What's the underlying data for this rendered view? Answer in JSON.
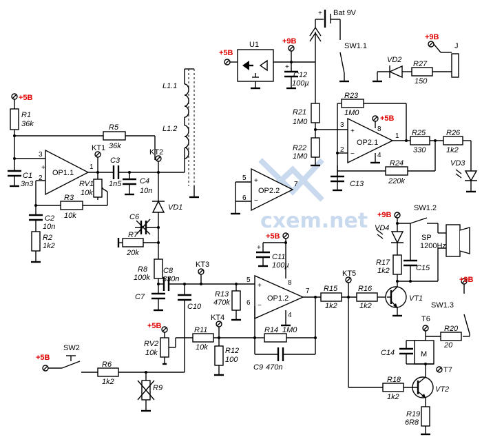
{
  "labels": {
    "bat": "Bat 9V",
    "sw11": "SW1.1",
    "sw12": "SW1.2",
    "sw13": "SW1.3",
    "sw2": "SW2",
    "u1": "U1",
    "j": "J",
    "vd1": "VD1",
    "vd2": "VD2",
    "vd3": "VD3",
    "vd4": "VD4",
    "vt1": "VT1",
    "vt2": "VT2",
    "l11": "L1.1",
    "l12": "L1.2",
    "op11": "OP1.1",
    "op12": "OP1.2",
    "op21": "OP2.1",
    "op22": "OP2.2",
    "sp": "SP",
    "sp_freq": "1200Hz",
    "motor": "M",
    "watermark": "cxem.net"
  },
  "power": {
    "p5": "+5В",
    "p9": "+9В"
  },
  "testpoints": {
    "kt1": "KT1",
    "kt2": "KT2",
    "kt3": "KT3",
    "kt4": "KT4",
    "kt5": "KT5",
    "t6": "T6",
    "t7": "T7"
  },
  "components": {
    "r1": "R1",
    "r1v": "36k",
    "r2": "R2",
    "r2v": "1k2",
    "r3": "R3",
    "r3v": "10k",
    "r5": "R5",
    "r5v": "36k",
    "rv1": "RV1",
    "rv1v": "10k",
    "c1": "C1",
    "c1v": "3n3",
    "c2": "C2",
    "c2v": "10n",
    "c3": "C3",
    "c3v": "1n5",
    "c4": "C4",
    "c4v": "10n",
    "c6": "C6",
    "r7": "R7",
    "r7v": "20k",
    "r8": "R8",
    "r8v": "100k",
    "c7": "C7",
    "c8": "C8",
    "c8v": "330n",
    "c10": "C10",
    "rv2": "RV2",
    "rv2v": "10k",
    "r6": "R6",
    "r6v": "1k2",
    "r9": "R9",
    "r11": "R11",
    "r11v": "10k",
    "r12": "R12",
    "r12v": "100",
    "r13": "R13",
    "r13v": "470k",
    "r14": "R14",
    "r14v": "1M0",
    "c9": "C9",
    "c9v": "470n",
    "c11": "C11",
    "c11v": "100µ",
    "r15": "R15",
    "r15v": "1k2",
    "r16": "R16",
    "r16v": "1k2",
    "r17": "R17",
    "r17v": "1k2",
    "c15": "C15",
    "c12": "C12",
    "c12v": "100µ",
    "r21": "R21",
    "r21v": "1M0",
    "r22": "R22",
    "r22v": "1M0",
    "r23": "R23",
    "r23v": "1M0",
    "r24": "R24",
    "r24v": "220k",
    "r25": "R25",
    "r25v": "330",
    "r26": "R26",
    "r26v": "1k2",
    "r27": "R27",
    "r27v": "150",
    "c13": "C13",
    "c14": "C14",
    "r18": "R18",
    "r18v": "1k2",
    "r19": "R19",
    "r19v": "6R8",
    "r20": "R20",
    "r20v": "20"
  },
  "pins": {
    "p1": "1",
    "p2": "2",
    "p3": "3",
    "p4": "4",
    "p5": "5",
    "p6": "6",
    "p7": "7",
    "p8": "8"
  }
}
